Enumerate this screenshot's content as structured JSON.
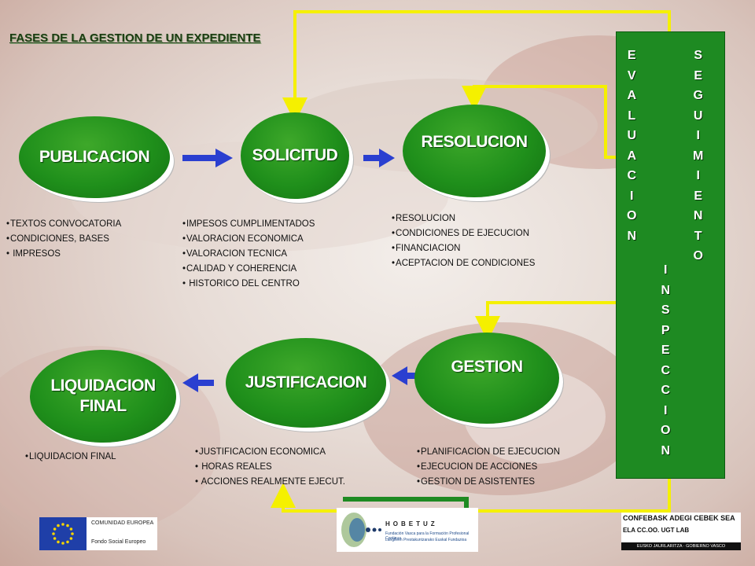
{
  "title": "FASES DE LA GESTION DE UN EXPEDIENTE",
  "nodes": {
    "publicacion": "PUBLICACION",
    "solicitud": "SOLICITUD",
    "resolucion": "RESOLUCION",
    "gestion": "GESTION",
    "justificacion": "JUSTIFICACION",
    "liquidacion_line1": "LIQUIDACION",
    "liquidacion_line2": "FINAL"
  },
  "bullets": {
    "publicacion": [
      "TEXTOS CONVOCATORIA",
      "CONDICIONES, BASES",
      " IMPRESOS"
    ],
    "solicitud": [
      "IMPESOS CUMPLIMENTADOS",
      "VALORACION  ECONOMICA",
      "VALORACION  TECNICA",
      "CALIDAD Y COHERENCIA",
      " HISTORICO DEL CENTRO"
    ],
    "resolucion": [
      "RESOLUCION",
      "CONDICIONES DE EJECUCION",
      "FINANCIACION",
      "ACEPTACION DE CONDICIONES"
    ],
    "gestion": [
      "PLANIFICACION DE EJECUCION",
      "EJECUCION DE ACCIONES",
      "GESTION DE ASISTENTES"
    ],
    "justificacion": [
      "JUSTIFICACION ECONOMICA",
      " HORAS REALES",
      " ACCIONES REALMENTE EJECUT."
    ],
    "liquidacion": [
      "LIQUIDACION FINAL"
    ]
  },
  "side_panel": {
    "evaluacion": [
      "E",
      "V",
      "A",
      "L",
      "U",
      "A",
      "C",
      "I",
      "O",
      "N"
    ],
    "seguimiento": [
      "S",
      "E",
      "G",
      "U",
      "I",
      "M",
      "I",
      "E",
      "N",
      "T",
      "O"
    ],
    "inspeccion": [
      "I",
      "N",
      "S",
      "P",
      "E",
      "C",
      "C",
      "I",
      "O",
      "N"
    ]
  },
  "logos": {
    "eu_line1": "COMUNIDAD EUROPEA",
    "eu_line2": "Fondo Social Europeo",
    "hobetuz_name": "HOBETUZ",
    "hobetuz_sub1": "Fundación Vasca para la Formación Profesional Continua",
    "hobetuz_sub2": "Langileen Prestakuntzarako Euskal Fundazioa",
    "conf_row1": "CONFEBASK  ADEGI  CEBEK  SEA",
    "conf_row2": "ELA  CC.OO.  UGT  LAB",
    "conf_footer": "EUSKO JAURLARITZA · GOBIERNO VASCO"
  },
  "colors": {
    "node_green": "#1f8f1b",
    "arrow_blue": "#2a3fd0",
    "connector_yellow": "#f5f000",
    "panel_green": "#1e8a22"
  }
}
